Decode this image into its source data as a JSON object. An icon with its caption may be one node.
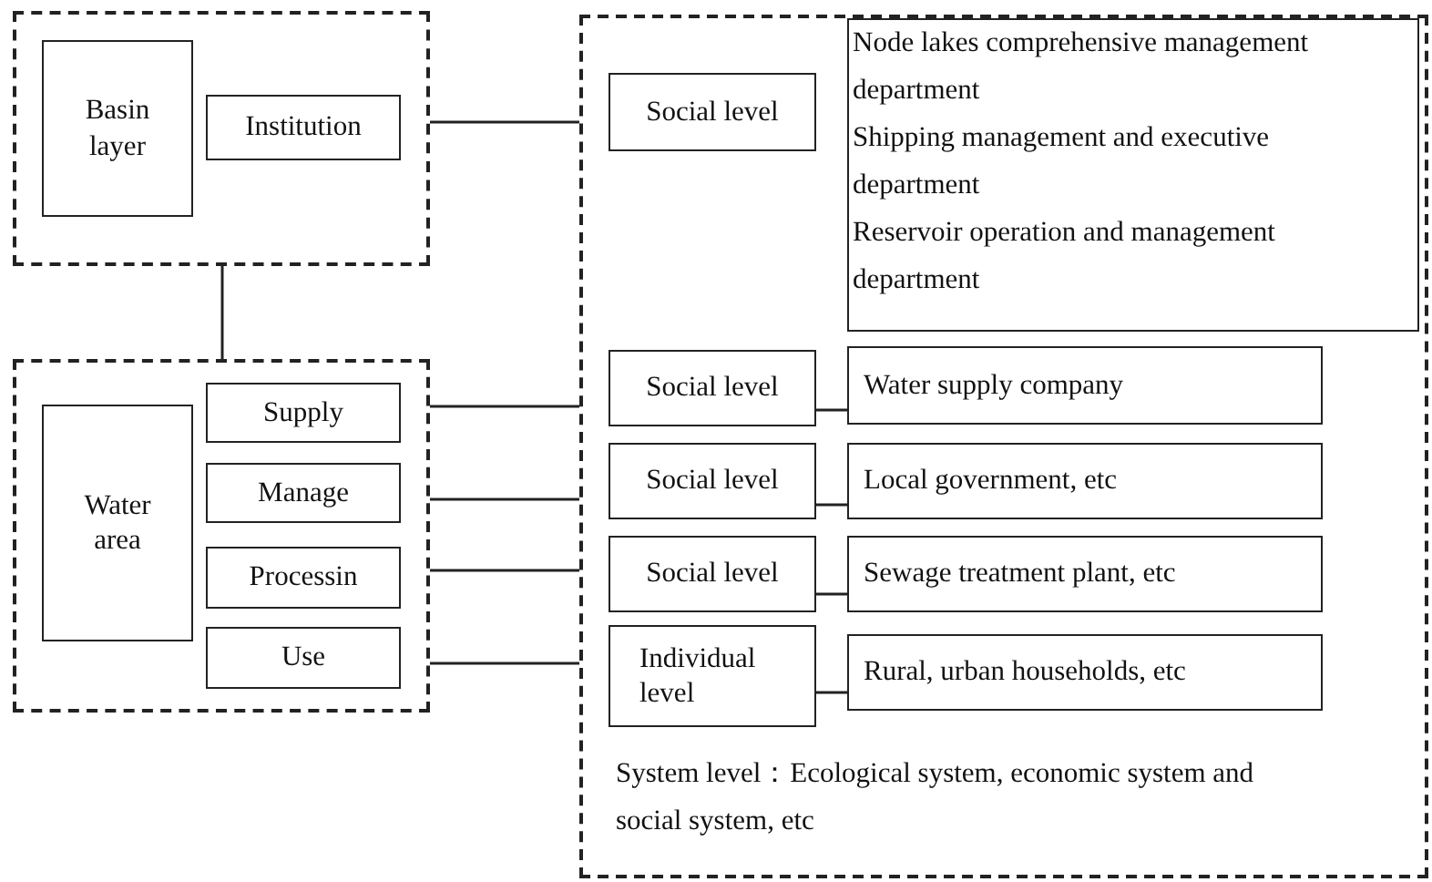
{
  "diagram": {
    "nodes": [
      {
        "text": [],
        "shape": "box"
      },
      {
        "text": [
          "Basin layer"
        ],
        "in": 0
      },
      {
        "text": [
          "Institution"
        ],
        "in": 0
      },
      {
        "text": [],
        "shape": "box"
      },
      {
        "text": [
          "Water area"
        ],
        "in": 3
      },
      {
        "text": [
          "Supply"
        ],
        "in": 3
      },
      {
        "text": [
          "Manage"
        ],
        "in": 3
      },
      {
        "text": [
          "Processin"
        ],
        "in": 3
      },
      {
        "text": [
          "Use"
        ],
        "in": 3
      },
      {
        "text": [
          "System level：Ecological system, economic system and social system, etc"
        ]
      },
      {
        "text": [
          "Social level"
        ],
        "in": 9
      },
      {
        "text": [
          "Node lakes comprehensive management department",
          "Shipping management and executive department",
          "Reservoir operation and management department"
        ],
        "in": 9
      },
      {
        "text": [
          "Social level"
        ],
        "in": 9
      },
      {
        "text": [
          "Water supply company"
        ],
        "in": 9
      },
      {
        "text": [
          "Social level"
        ],
        "in": 9
      },
      {
        "text": [
          "Local government, etc"
        ],
        "in": 9
      },
      {
        "text": [
          "Social level"
        ],
        "in": 9
      },
      {
        "text": [
          "Sewage treatment plant, etc"
        ],
        "in": 9
      },
      {
        "text": [
          "Individual level"
        ],
        "in": 9
      },
      {
        "text": [
          "Rural, urban households, etc"
        ],
        "in": 9
      }
    ],
    "edges": [
      {
        "from": 0,
        "to": 3,
        "arrow": "none"
      },
      {
        "from": 0,
        "to": 9,
        "arrow": "none"
      },
      {
        "from": 3,
        "to": 9,
        "arrow": "none"
      },
      {
        "from": 3,
        "to": 9,
        "arrow": "none"
      },
      {
        "from": 3,
        "to": 9,
        "arrow": "none"
      },
      {
        "from": 3,
        "to": 9,
        "arrow": "none"
      },
      {
        "from": 12,
        "to": 13,
        "arrow": "none"
      },
      {
        "from": 14,
        "to": 15,
        "arrow": "none"
      },
      {
        "from": 16,
        "to": 17,
        "arrow": "none"
      },
      {
        "from": 18,
        "to": 19,
        "arrow": "none"
      }
    ]
  }
}
